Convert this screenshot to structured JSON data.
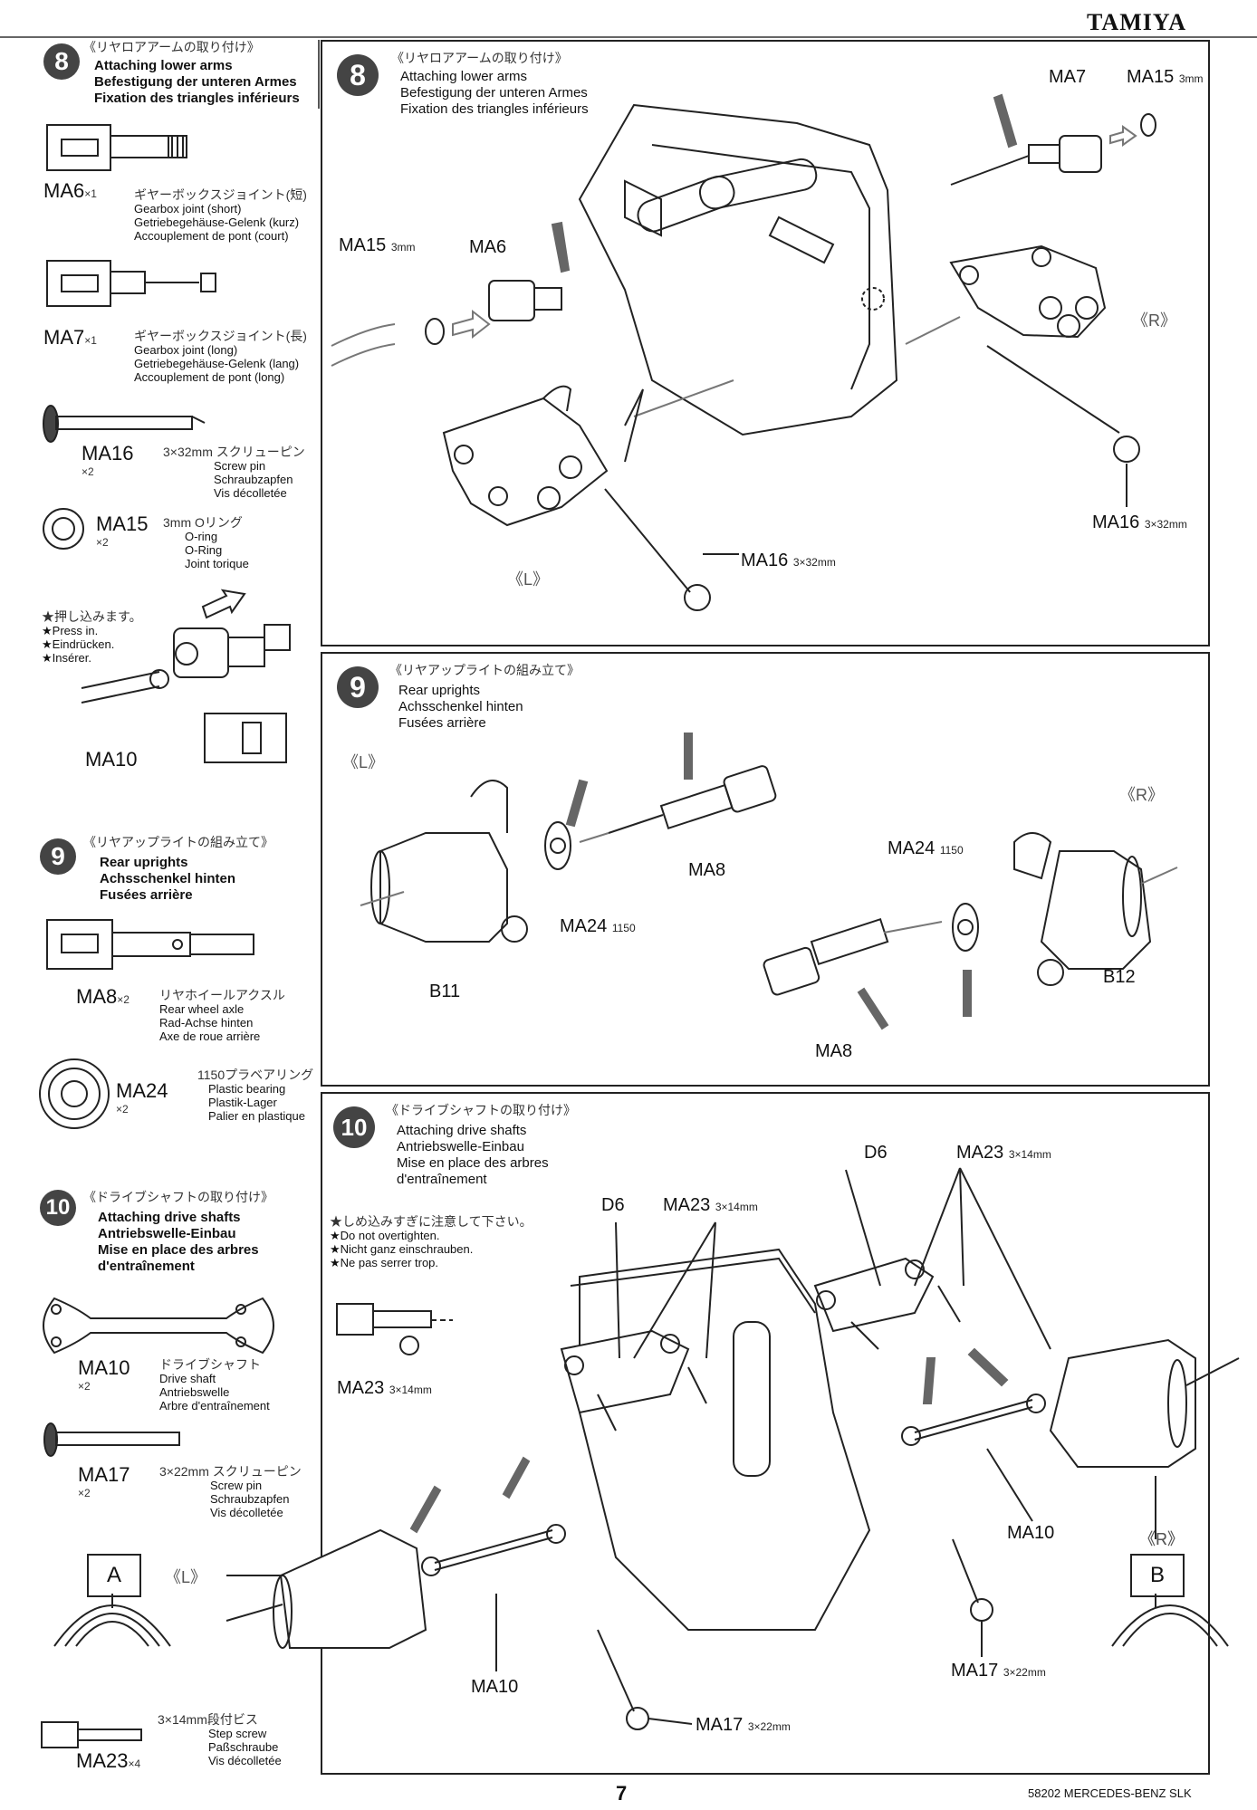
{
  "header": {
    "brand": "TAMIYA"
  },
  "footer": {
    "page_number": "7",
    "model": "58202 MERCEDES-BENZ SLK"
  },
  "sidebar": {
    "step8": {
      "number": "8",
      "jp": "《リヤロアアームの取り付け》",
      "en": "Attaching lower arms",
      "de": "Befestigung der unteren Armes",
      "fr": "Fixation des triangles inférieurs",
      "parts": [
        {
          "code": "MA6",
          "qty": "×1",
          "jp": "ギヤーボックスジョイント(短)",
          "en": "Gearbox joint (short)",
          "de": "Getriebegehäuse-Gelenk (kurz)",
          "fr": "Accouplement de pont (court)"
        },
        {
          "code": "MA7",
          "qty": "×1",
          "jp": "ギヤーボックスジョイント(長)",
          "en": "Gearbox joint (long)",
          "de": "Getriebegehäuse-Gelenk (lang)",
          "fr": "Accouplement de pont (long)"
        },
        {
          "code": "MA16",
          "qty": "×2",
          "jp": "3×32mm スクリューピン",
          "en": "Screw pin",
          "de": "Schraubzapfen",
          "fr": "Vis décolletée"
        },
        {
          "code": "MA15",
          "qty": "×2",
          "jp": "3mm Oリング",
          "en": "O-ring",
          "de": "O-Ring",
          "fr": "Joint torique"
        }
      ],
      "note": {
        "jp": "★押し込みます。",
        "en": "★Press in.",
        "de": "★Eindrücken.",
        "fr": "★Insérer."
      },
      "ma10": "MA10"
    },
    "step9": {
      "number": "9",
      "jp": "《リヤアップライトの組み立て》",
      "en": "Rear uprights",
      "de": "Achsschenkel hinten",
      "fr": "Fusées arrière",
      "parts": [
        {
          "code": "MA8",
          "qty": "×2",
          "jp": "リヤホイールアクスル",
          "en": "Rear wheel axle",
          "de": "Rad-Achse hinten",
          "fr": "Axe de roue arrière"
        },
        {
          "code": "MA24",
          "qty": "×2",
          "jp": "1150プラベアリング",
          "en": "Plastic bearing",
          "de": "Plastik-Lager",
          "fr": "Palier en plastique"
        }
      ]
    },
    "step10": {
      "number": "10",
      "jp": "《ドライブシャフトの取り付け》",
      "en": "Attaching drive shafts",
      "de": "Antriebswelle-Einbau",
      "fr": "Mise en place des arbres d'entraînement",
      "parts": [
        {
          "code": "MA10",
          "qty": "×2",
          "jp": "ドライブシャフト",
          "en": "Drive shaft",
          "de": "Antriebswelle",
          "fr": "Arbre d'entraînement"
        },
        {
          "code": "MA17",
          "qty": "×2",
          "jp": "3×22mm スクリューピン",
          "en": "Screw pin",
          "de": "Schraubzapfen",
          "fr": "Vis décolletée"
        },
        {
          "code": "MA23",
          "qty": "×4",
          "jp": "3×14mm段付ビス",
          "en": "Step screw",
          "de": "Paßschraube",
          "fr": "Vis décolletée"
        }
      ],
      "box_a": "A",
      "box_b": "B",
      "left_mark": "《L》",
      "right_mark": "《R》"
    }
  },
  "panel8": {
    "number": "8",
    "jp": "《リヤロアアームの取り付け》",
    "en": "Attaching lower arms",
    "de": "Befestigung der unteren Armes",
    "fr": "Fixation des triangles inférieurs",
    "labels": {
      "ma7": "MA7",
      "ma15_top": "MA15",
      "ma15_top_size": "3mm",
      "ma15_left": "MA15",
      "ma15_left_size": "3mm",
      "ma6": "MA6",
      "r": "《R》",
      "l": "《L》",
      "ma16_right": "MA16",
      "ma16_right_size": "3×32mm",
      "ma16_bottom": "MA16",
      "ma16_bottom_size": "3×32mm"
    }
  },
  "panel9": {
    "number": "9",
    "jp": "《リヤアップライトの組み立て》",
    "en": "Rear uprights",
    "de": "Achsschenkel hinten",
    "fr": "Fusées arrière",
    "labels": {
      "l": "《L》",
      "r": "《R》",
      "ma8_top": "MA8",
      "ma24_left": "MA24",
      "ma24_left_size": "1150",
      "ma24_right": "MA24",
      "ma24_right_size": "1150",
      "b11": "B11",
      "b12": "B12",
      "ma8_bottom": "MA8"
    }
  },
  "panel10": {
    "number": "10",
    "jp": "《ドライブシャフトの取り付け》",
    "en": "Attaching drive shafts",
    "de": "Antriebswelle-Einbau",
    "fr": "Mise en place des arbres",
    "fr2": "d'entraînement",
    "note": {
      "jp": "★しめ込みすぎに注意して下さい。",
      "en": "★Do not overtighten.",
      "de": "★Nicht ganz einschrauben.",
      "fr": "★Ne pas serrer trop."
    },
    "labels": {
      "d6_left": "D6",
      "ma23_left": "MA23",
      "ma23_left_size": "3×14mm",
      "d6_right": "D6",
      "ma23_right": "MA23",
      "ma23_right_size": "3×14mm",
      "ma23_detail": "MA23",
      "ma23_detail_size": "3×14mm",
      "ma10_right": "MA10",
      "r": "《R》",
      "ma17_right": "MA17",
      "ma17_right_size": "3×22mm",
      "ma10_bottom": "MA10",
      "ma17_bottom": "MA17",
      "ma17_bottom_size": "3×22mm"
    }
  }
}
